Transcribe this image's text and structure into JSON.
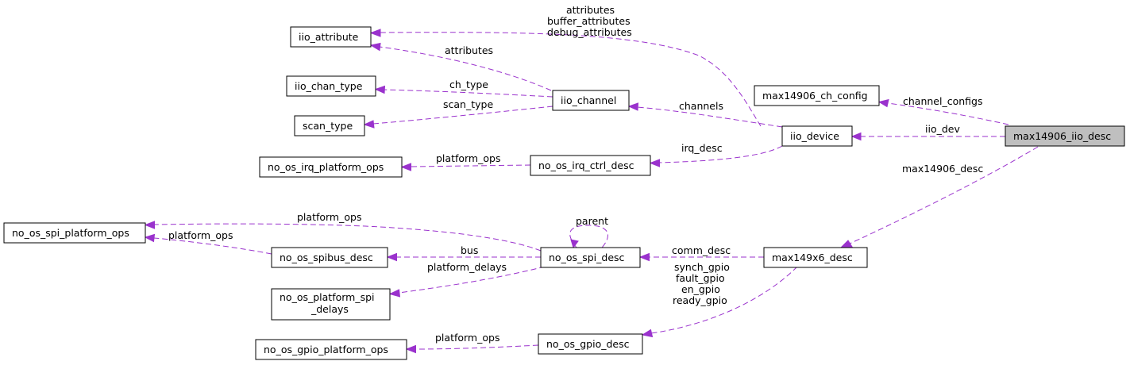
{
  "nodes": {
    "max14906_iio_desc": "max14906_iio_desc",
    "iio_device": "iio_device",
    "max14906_ch_config": "max14906_ch_config",
    "iio_attribute": "iio_attribute",
    "iio_chan_type": "iio_chan_type",
    "scan_type": "scan_type",
    "iio_channel": "iio_channel",
    "no_os_irq_platform_ops": "no_os_irq_platform_ops",
    "no_os_irq_ctrl_desc": "no_os_irq_ctrl_desc",
    "no_os_spi_platform_ops": "no_os_spi_platform_ops",
    "no_os_spibus_desc": "no_os_spibus_desc",
    "no_os_spi_desc": "no_os_spi_desc",
    "max149x6_desc": "max149x6_desc",
    "no_os_platform_spi_delays_line1": "no_os_platform_spi",
    "no_os_platform_spi_delays_line2": "_delays",
    "no_os_gpio_platform_ops": "no_os_gpio_platform_ops",
    "no_os_gpio_desc": "no_os_gpio_desc"
  },
  "edges": {
    "iio_dev": "iio_dev",
    "channel_configs": "channel_configs",
    "max14906_desc": "max14906_desc",
    "device_attrs_1": "attributes",
    "device_attrs_2": "buffer_attributes",
    "device_attrs_3": "debug_attributes",
    "channel_attributes": "attributes",
    "ch_type": "ch_type",
    "scan_type": "scan_type",
    "channels": "channels",
    "irq_desc": "irq_desc",
    "irq_platform_ops": "platform_ops",
    "spi_platform_ops": "platform_ops",
    "spibus_platform_ops": "platform_ops",
    "parent": "parent",
    "bus": "bus",
    "comm_desc": "comm_desc",
    "platform_delays": "platform_delays",
    "gpio_1": "synch_gpio",
    "gpio_2": "fault_gpio",
    "gpio_3": "en_gpio",
    "gpio_4": "ready_gpio",
    "gpio_platform_ops": "platform_ops"
  },
  "colors": {
    "edge": "#9a32cd",
    "selected_node_fill": "#bfbfbf",
    "node_border": "#000000"
  }
}
